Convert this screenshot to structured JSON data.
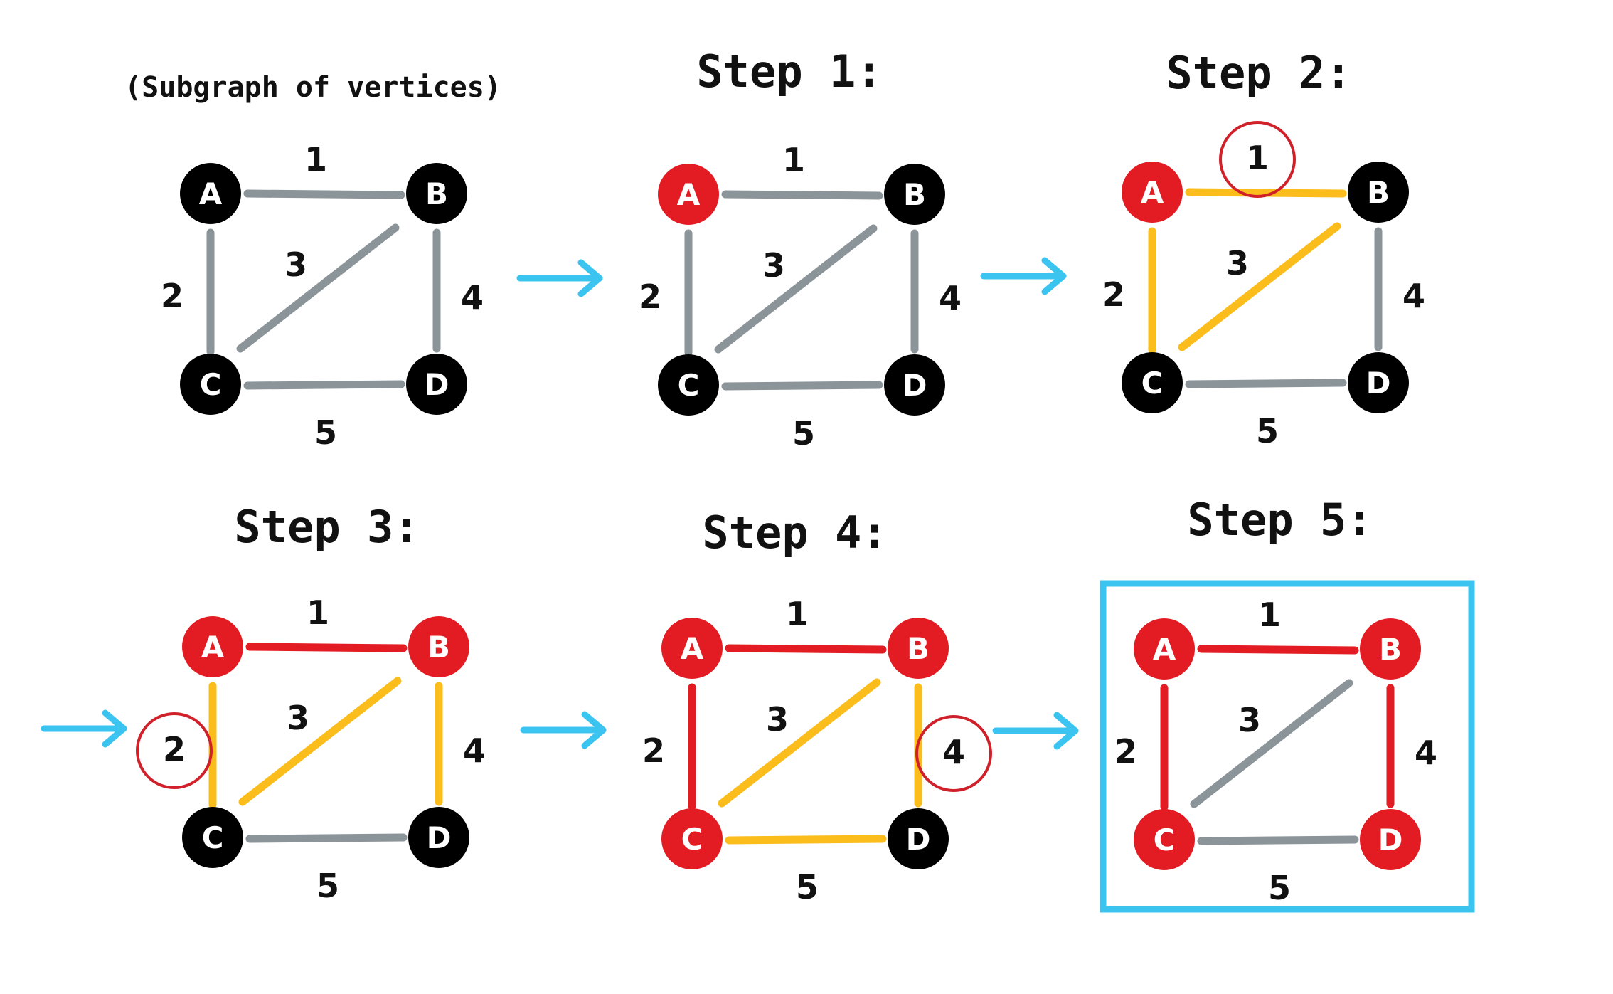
{
  "colors": {
    "background": "#ffffff",
    "unvisited_node": "#000000",
    "visited_node": "#e31b23",
    "edge_default": "#8a9499",
    "edge_candidate": "#fbbd1c",
    "edge_selected": "#e31b23",
    "arrow": "#3cc4f0",
    "highlight_circle": "#d0202a",
    "result_box": "#3cc4f0",
    "text": "#111111"
  },
  "nodes": [
    "A",
    "B",
    "C",
    "D"
  ],
  "edges": [
    {
      "id": "AB",
      "from": "A",
      "to": "B",
      "weight": "1"
    },
    {
      "id": "AC",
      "from": "A",
      "to": "C",
      "weight": "2"
    },
    {
      "id": "BC",
      "from": "B",
      "to": "C",
      "weight": "3"
    },
    {
      "id": "BD",
      "from": "B",
      "to": "D",
      "weight": "4"
    },
    {
      "id": "CD",
      "from": "C",
      "to": "D",
      "weight": "5"
    }
  ],
  "panels": [
    {
      "title": "(Subgraph of vertices)",
      "visited": [],
      "edge_states": {
        "AB": "default",
        "AC": "default",
        "BC": "default",
        "BD": "default",
        "CD": "default"
      },
      "highlight_edge": null,
      "arrow_in": false,
      "result_box": false
    },
    {
      "title": "Step 1:",
      "visited": [
        "A"
      ],
      "edge_states": {
        "AB": "default",
        "AC": "default",
        "BC": "default",
        "BD": "default",
        "CD": "default"
      },
      "highlight_edge": null,
      "arrow_in": true,
      "result_box": false
    },
    {
      "title": "Step 2:",
      "visited": [
        "A"
      ],
      "edge_states": {
        "AB": "candidate",
        "AC": "candidate",
        "BC": "candidate",
        "BD": "default",
        "CD": "default"
      },
      "highlight_edge": "AB",
      "arrow_in": true,
      "result_box": false
    },
    {
      "title": "Step 3:",
      "visited": [
        "A",
        "B"
      ],
      "edge_states": {
        "AB": "selected",
        "AC": "candidate",
        "BC": "candidate",
        "BD": "candidate",
        "CD": "default"
      },
      "highlight_edge": "AC",
      "arrow_in": true,
      "result_box": false
    },
    {
      "title": "Step 4:",
      "visited": [
        "A",
        "B",
        "C"
      ],
      "edge_states": {
        "AB": "selected",
        "AC": "selected",
        "BC": "candidate",
        "BD": "candidate",
        "CD": "candidate"
      },
      "highlight_edge": "BD",
      "arrow_in": true,
      "result_box": false
    },
    {
      "title": "Step 5:",
      "visited": [
        "A",
        "B",
        "C",
        "D"
      ],
      "edge_states": {
        "AB": "selected",
        "AC": "selected",
        "BC": "default",
        "BD": "selected",
        "CD": "default"
      },
      "highlight_edge": null,
      "arrow_in": true,
      "result_box": true
    }
  ]
}
